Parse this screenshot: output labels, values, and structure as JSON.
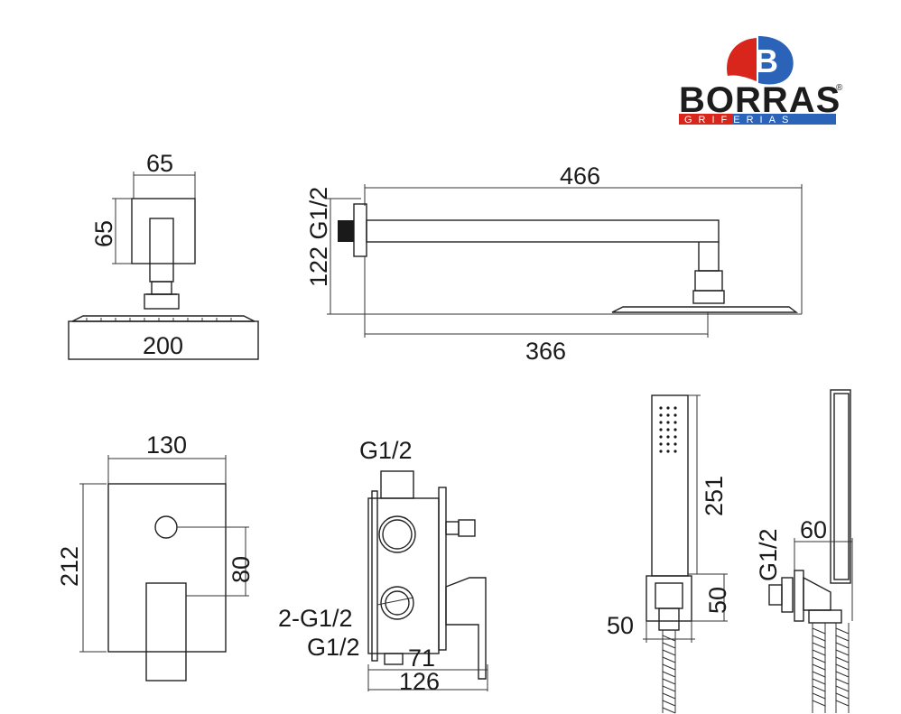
{
  "brand": {
    "name": "BORRAS",
    "subtitle": "GRIFERIAS",
    "registered": "®",
    "colors": {
      "red": "#d9261c",
      "blue": "#2a63b8",
      "dark": "#1c1c1c"
    }
  },
  "views": {
    "head_side": {
      "width_top": "65",
      "height_top": "65",
      "width_bottom": "200"
    },
    "shower_arm": {
      "length": "466",
      "thread": "122 G1/2",
      "reach": "366"
    },
    "cover_plate": {
      "width": "130",
      "height": "212",
      "offset": "80"
    },
    "valve_body": {
      "top_thread": "G1/2",
      "outlets": "2-G1/2",
      "bottom_thread": "G1/2",
      "depth_inner": "71",
      "depth_total": "126"
    },
    "hand_shower": {
      "length": "251",
      "holder_height": "50",
      "holder_width": "50"
    },
    "holder_side": {
      "thread": "G1/2",
      "projection": "60"
    }
  }
}
